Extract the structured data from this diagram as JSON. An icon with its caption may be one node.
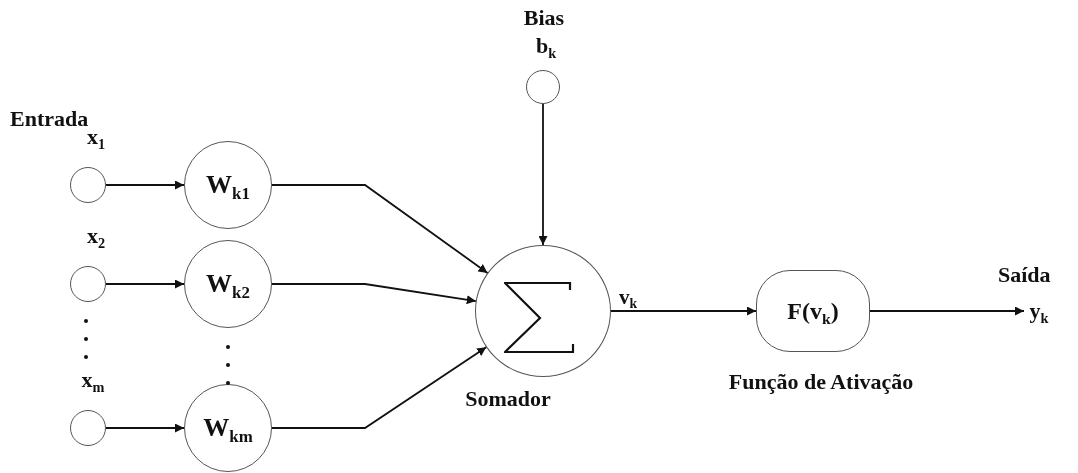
{
  "diagram": {
    "nodes": [
      {
        "text": [],
        "shape": "circle",
        "beside": [
          "x$_{1}$"
        ]
      },
      {
        "text": [],
        "shape": "circle",
        "beside": [
          "x$_{2}$"
        ]
      },
      {
        "text": [],
        "shape": "circle",
        "beside": [
          "x$_{m}$"
        ]
      },
      {
        "text": [
          "W$_{k1}$"
        ]
      },
      {
        "text": [
          "W$_{k2}$"
        ]
      },
      {
        "text": [
          "W$_{km}$"
        ]
      },
      {
        "text": [],
        "shape": "circle",
        "beside": [
          "Bias",
          "b$_{k}$"
        ]
      },
      {
        "text": [],
        "shape": "circle",
        "beside": [
          "Somador"
        ]
      },
      {
        "text": [
          "F(v$_{k}$)"
        ],
        "beside": [
          "Função de Ativação"
        ]
      },
      {
        "text": [
          "y$_{k}$"
        ]
      }
    ],
    "edges": [
      {
        "from": 0,
        "to": 3,
        "arrow": "to"
      },
      {
        "from": 1,
        "to": 4,
        "arrow": "to"
      },
      {
        "from": 2,
        "to": 5,
        "arrow": "to"
      },
      {
        "from": 3,
        "to": 7,
        "arrow": "to"
      },
      {
        "from": 4,
        "to": 7,
        "arrow": "to"
      },
      {
        "from": 5,
        "to": 7,
        "arrow": "to"
      },
      {
        "from": 6,
        "to": 7,
        "arrow": "to"
      },
      {
        "from": 7,
        "to": 8,
        "arrow": "to",
        "label": "v$_{k}$"
      },
      {
        "from": 8,
        "to": 9,
        "arrow": "to"
      }
    ],
    "labels": [
      "Entrada",
      "Saída"
    ]
  }
}
